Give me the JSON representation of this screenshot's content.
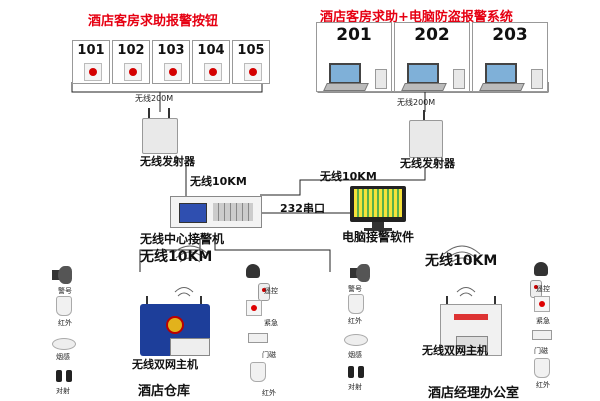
{
  "titles": {
    "left": "酒店客房求助报警按钮",
    "right": "酒店客房求助+电脑防盗报警系统"
  },
  "rooms_left": [
    "101",
    "102",
    "103",
    "104",
    "105"
  ],
  "rooms_right": [
    "201",
    "202",
    "203"
  ],
  "labels": {
    "wireless_200m_left": "无线200M",
    "wireless_200m_right": "无线200M",
    "transmitter_left": "无线发射器",
    "transmitter_right": "无线发射器",
    "wireless_10km_left": "无线10KM",
    "wireless_10km_right": "无线10KM",
    "serial_port": "232串口",
    "center_receiver": "无线中心接警机",
    "pc_software": "电脑接警软件",
    "wireless_10km_bottom_left": "无线10KM",
    "wireless_10km_bottom_right": "无线10KM",
    "dual_host_left": "无线双网主机",
    "dual_host_right": "无线双网主机",
    "site_left": "酒店仓库",
    "site_right": "酒店经理办公室"
  },
  "devices_left": {
    "siren": "警号",
    "infrared": "红外",
    "smoke": "烟感",
    "beam": "对射",
    "remote": "遥控",
    "emergency": "紧急",
    "door": "门磁",
    "infrared2": "红外"
  },
  "devices_right": {
    "siren": "警号",
    "infrared": "红外",
    "smoke": "烟感",
    "beam": "对射",
    "remote": "遥控",
    "emergency": "紧急",
    "door": "门磁",
    "infrared2": "红外"
  },
  "colors": {
    "title": "#e60012",
    "screen": "#7fb0d8",
    "link_line": "#222222"
  }
}
